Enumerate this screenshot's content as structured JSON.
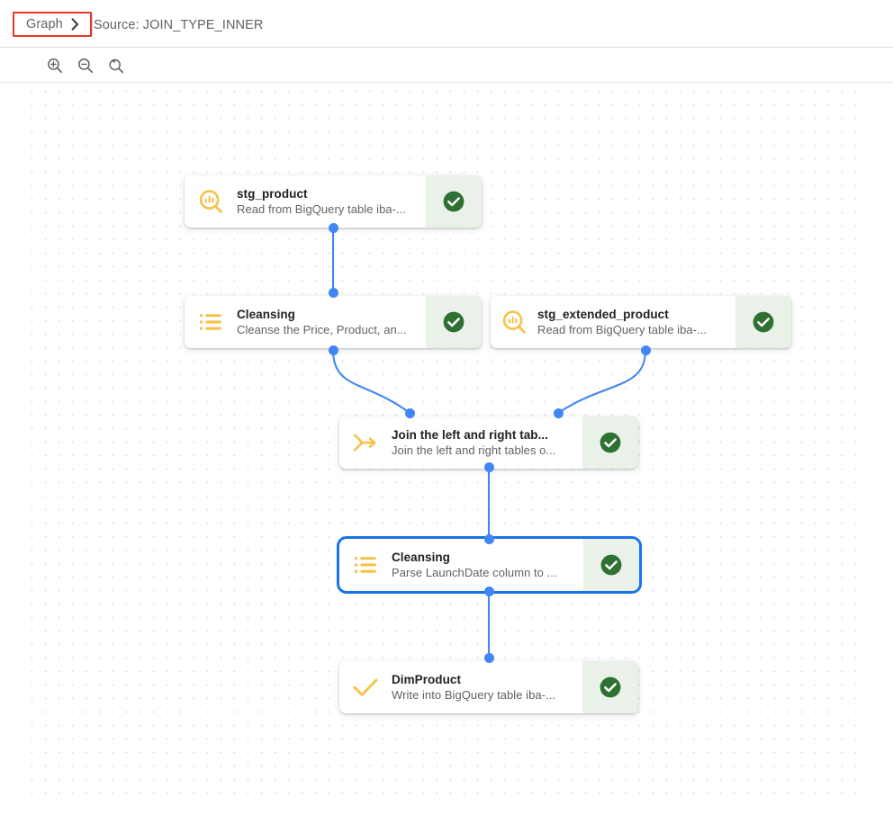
{
  "header": {
    "breadcrumb_label": "Graph",
    "breadcrumb_icon": "chevron-right-icon",
    "source_text": "Source: JOIN_TYPE_INNER",
    "highlight_color": "#e8382a"
  },
  "toolbar": {
    "buttons": [
      {
        "name": "zoom-in-button",
        "icon": "zoom-in-icon",
        "title": "Zoom in"
      },
      {
        "name": "zoom-out-button",
        "icon": "zoom-out-icon",
        "title": "Zoom out"
      },
      {
        "name": "zoom-reset-button",
        "icon": "zoom-reset-icon",
        "title": "Reset zoom"
      }
    ]
  },
  "canvas": {
    "grid": "dot-grid",
    "grid_color": "#dcdfe3",
    "edge_color": "#4285f4",
    "status_panel_color": "#e9f1e9",
    "status_badge_color": "#2e7d32",
    "icon_color": "#f5c249",
    "selection_color": "#1a73e8"
  },
  "nodes": [
    {
      "id": "stg_product",
      "icon": "bigquery-source-icon",
      "title": "stg_product",
      "subtitle": "Read from BigQuery table iba-...",
      "status": "success",
      "selected": false
    },
    {
      "id": "cleansing_1",
      "icon": "list-transform-icon",
      "title": "Cleansing",
      "subtitle": "Cleanse the Price, Product, an...",
      "status": "success",
      "selected": false
    },
    {
      "id": "stg_extended_product",
      "icon": "bigquery-source-icon",
      "title": "stg_extended_product",
      "subtitle": "Read from BigQuery table iba-...",
      "status": "success",
      "selected": false
    },
    {
      "id": "join_node",
      "icon": "join-merge-icon",
      "title": "Join the left and right tab...",
      "subtitle": "Join the left and right tables o...",
      "status": "success",
      "selected": false
    },
    {
      "id": "cleansing_2",
      "icon": "list-transform-icon",
      "title": "Cleansing",
      "subtitle": "Parse LaunchDate column to ...",
      "status": "success",
      "selected": true
    },
    {
      "id": "dim_product",
      "icon": "sink-check-icon",
      "title": "DimProduct",
      "subtitle": "Write into BigQuery table iba-...",
      "status": "success",
      "selected": false
    }
  ]
}
